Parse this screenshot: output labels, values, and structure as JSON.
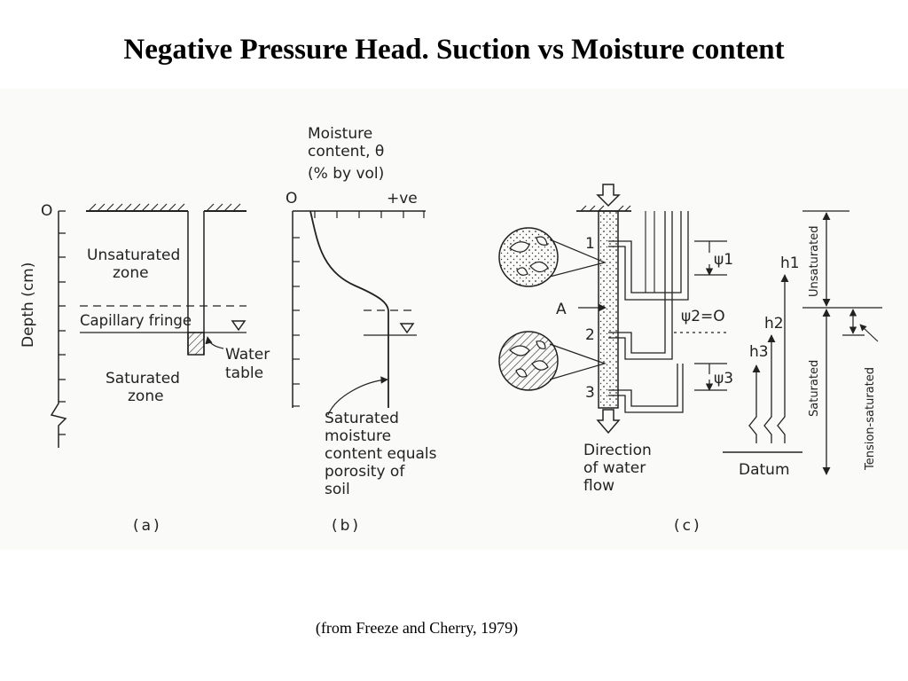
{
  "title": "Negative Pressure Head. Suction vs Moisture content",
  "source": "(from Freeze and Cherry, 1979)",
  "panel_a": {
    "caption": "(a)",
    "axis_zero": "O",
    "axis_label": "Depth (cm)",
    "unsaturated_zone": [
      "Unsaturated",
      "zone"
    ],
    "capillary_fringe": "Capillary fringe",
    "saturated_zone": [
      "Saturated",
      "zone"
    ],
    "water_table": [
      "Water",
      "table"
    ]
  },
  "panel_b": {
    "caption": "(b)",
    "axis_title": [
      "Moisture",
      "content, θ",
      "(% by vol)"
    ],
    "x_zero": "O",
    "x_positive": "+ve",
    "annotation": [
      "Saturated",
      "moisture",
      "content equals",
      "porosity of",
      "soil"
    ]
  },
  "panel_c": {
    "caption": "(c)",
    "point_labels": [
      "1",
      "2",
      "3"
    ],
    "point_a": "A",
    "psi1": "ψ1",
    "psi2": "ψ2=O",
    "psi3": "ψ3",
    "h1": "h1",
    "h2": "h2",
    "h3": "h3",
    "datum": "Datum",
    "flow_direction": [
      "Direction",
      "of water",
      "flow"
    ],
    "unsaturated": "Unsaturated",
    "saturated": "Saturated",
    "tension_saturated": "Tension-saturated"
  }
}
